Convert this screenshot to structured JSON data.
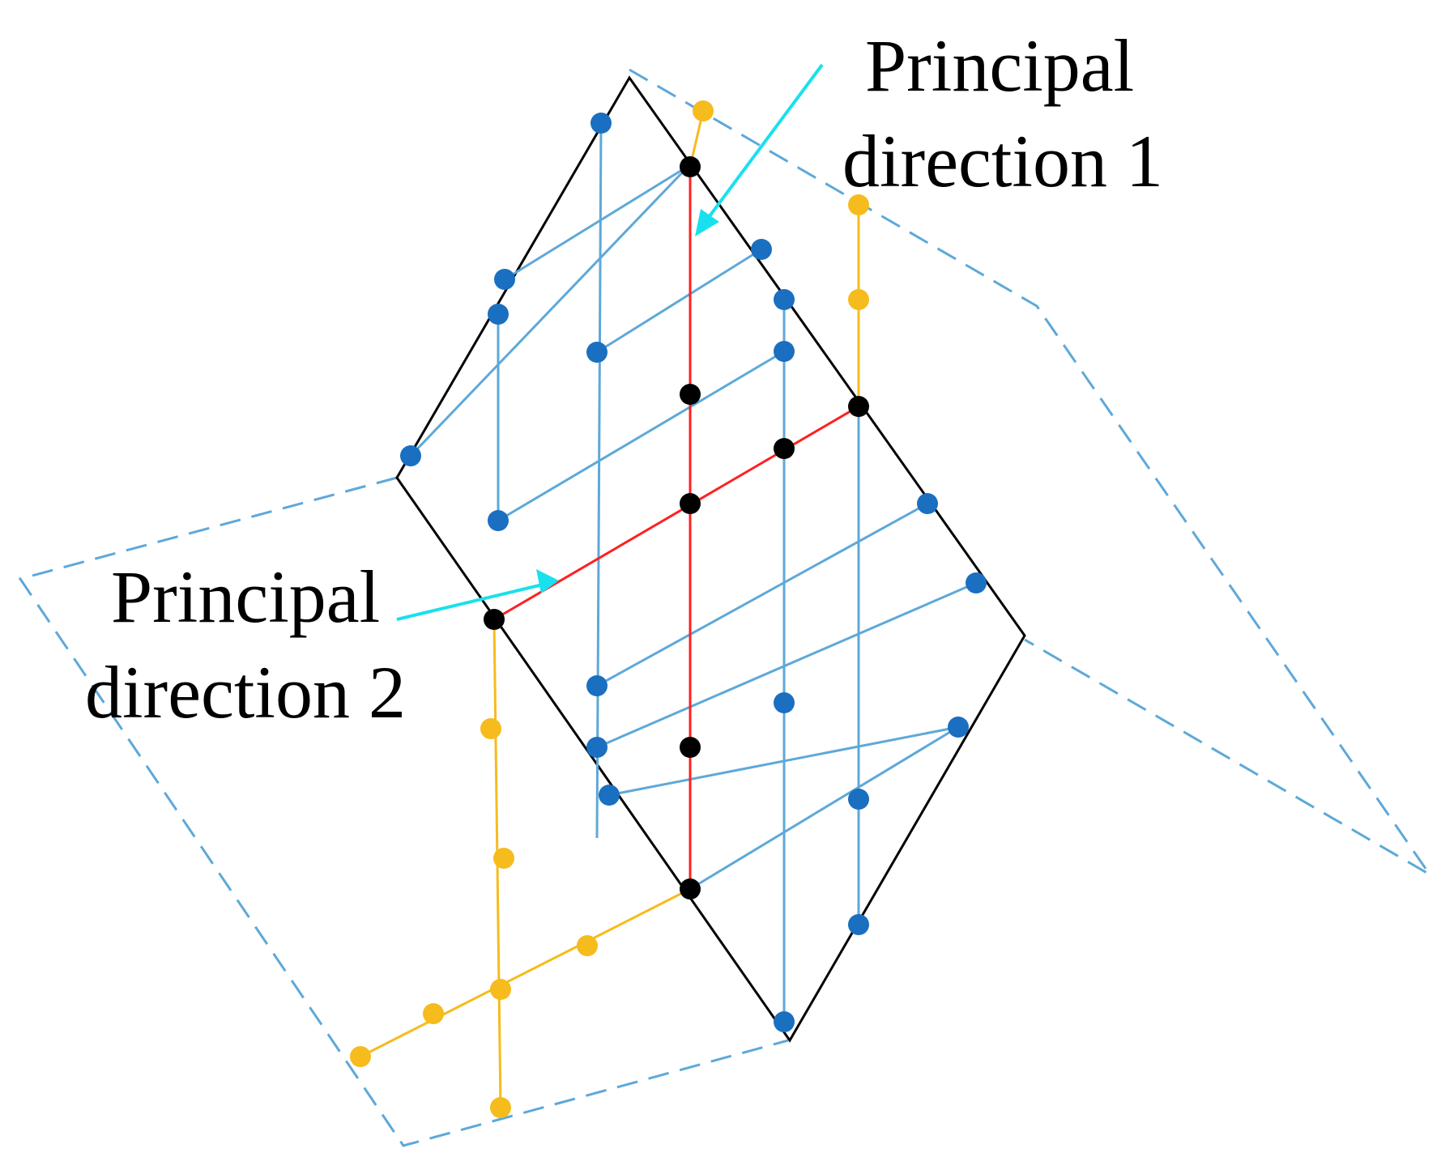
{
  "labels": {
    "direction1_line1": "Principal",
    "direction1_line2": "direction 1",
    "direction2_line1": "Principal",
    "direction2_line2": "direction 2"
  },
  "colors": {
    "background": "#ffffff",
    "patch_outline": "#000000",
    "grid_lines": "#5ea8d9",
    "grid_points": "#1a6fc0",
    "principal_lines": "#ff2020",
    "principal_points": "#000000",
    "neighbor_lines": "#f6bb1d",
    "neighbor_points": "#f6bb1d",
    "neighbor_plane_outline": "#5ea8d9",
    "arrow": "#19e0ee"
  }
}
